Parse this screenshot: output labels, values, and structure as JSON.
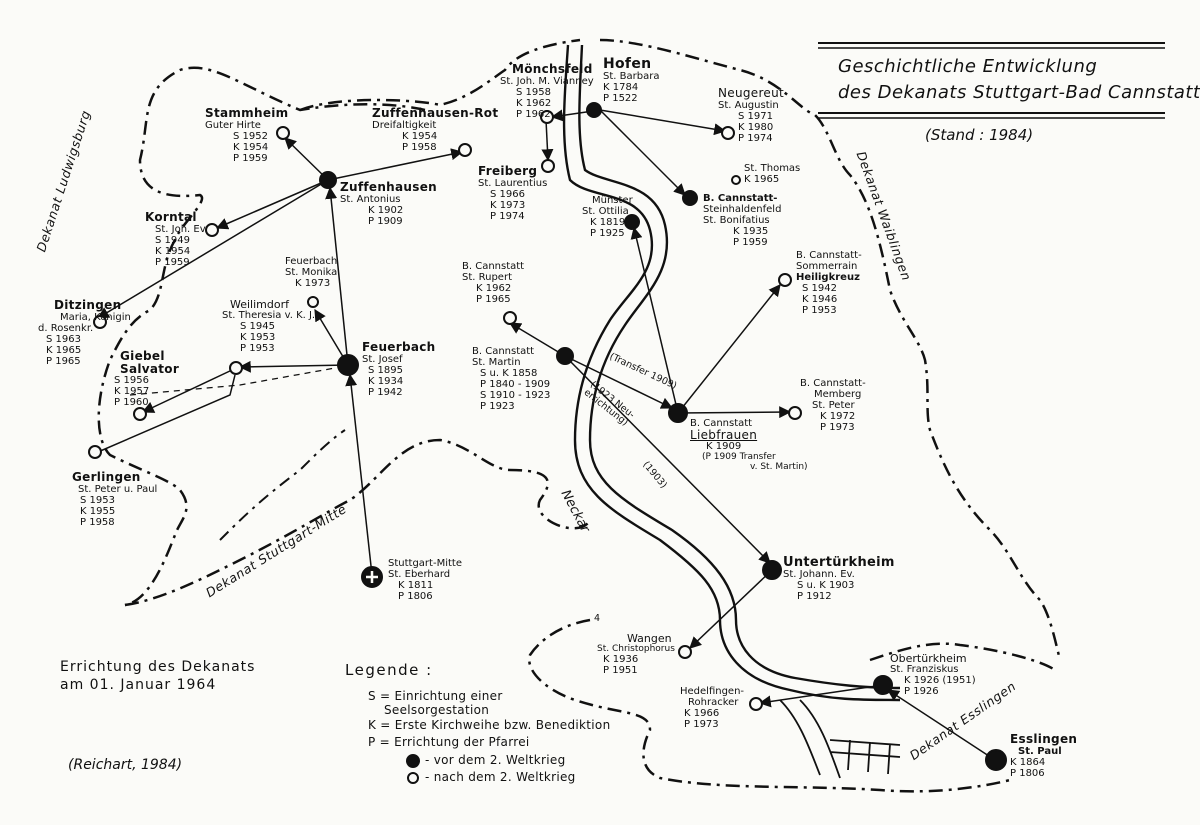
{
  "title": {
    "line1": "Geschichtliche Entwicklung",
    "line2": "des Dekanats Stuttgart-Bad Cannstatt",
    "stand": "(Stand : 1984)"
  },
  "neighbor_deaneries": {
    "ludwigsburg": "Dekanat Ludwigsburg",
    "waiblingen": "Dekanat Waiblingen",
    "stuttgart_mitte": "Dekanat Stuttgart-Mitte",
    "esslingen": "Dekanat Esslingen"
  },
  "river": {
    "label": "Neckar"
  },
  "founding": {
    "line1": "Errichtung des Dekanats",
    "line2": "am 01. Januar 1964"
  },
  "source": "(Reichart, 1984)",
  "legend": {
    "heading": "Legende :",
    "s": "S = Einrichtung einer",
    "s2": "Seelsorgestation",
    "k": "K = Erste Kirchweihe bzw. Benediktion",
    "p": "P = Errichtung der Pfarrei",
    "pre": "- vor dem 2. Weltkrieg",
    "post": "- nach dem 2. Weltkrieg"
  },
  "parishes": {
    "stammheim": {
      "name": "Stammheim",
      "lines": [
        "Guter Hirte"
      ],
      "details": [
        "S 1952",
        "K 1954",
        "P 1959"
      ]
    },
    "zuffenhausen_rot": {
      "name": "Zuffenhausen-Rot",
      "lines": [
        "Dreifaltigkeit"
      ],
      "details": [
        "K 1954",
        "P 1958"
      ]
    },
    "moenchsfeld": {
      "name": "Mönchsfeld",
      "lines": [
        "St. Joh. M. Vianney"
      ],
      "details": [
        "S 1958",
        "K 1962",
        "P 1962"
      ]
    },
    "hofen": {
      "name": "Hofen",
      "lines": [
        "St. Barbara"
      ],
      "details": [
        "K 1784",
        "P 1522"
      ]
    },
    "neugereut": {
      "name": "Neugereut",
      "lines": [
        "St. Augustin"
      ],
      "details": [
        "S 1971",
        "K 1980",
        "P 1974"
      ]
    },
    "zuffenhausen": {
      "name": "Zuffenhausen",
      "lines": [
        "St. Antonius"
      ],
      "details": [
        "K 1902",
        "P 1909"
      ]
    },
    "freiberg": {
      "name": "Freiberg",
      "lines": [
        "St. Laurentius"
      ],
      "details": [
        "S 1966",
        "K 1973",
        "P 1974"
      ]
    },
    "st_thomas": {
      "name": "St. Thomas",
      "lines": [],
      "details": [
        "K 1965"
      ]
    },
    "steinhaldenfeld": {
      "name": "B. Cannstatt-",
      "lines": [
        "Steinhaldenfeld",
        "St. Bonifatius"
      ],
      "details": [
        "K 1935",
        "P 1959"
      ]
    },
    "korntal": {
      "name": "Korntal",
      "lines": [
        "St. Joh. Ev."
      ],
      "details": [
        "S 1949",
        "K 1954",
        "P 1959"
      ]
    },
    "muenster": {
      "name": "Münster",
      "lines": [
        "St. Ottilia"
      ],
      "details": [
        "K 1819",
        "P 1925"
      ]
    },
    "feuerbach_monika": {
      "name": "Feuerbach",
      "lines": [
        "St. Monika"
      ],
      "details": [
        "K 1973"
      ]
    },
    "sommerrain": {
      "name": "B. Cannstatt-",
      "lines": [
        "Sommerrain",
        "Heiligkreuz"
      ],
      "details": [
        "S 1942",
        "K 1946",
        "P 1953"
      ]
    },
    "rupert": {
      "name": "B. Cannstatt",
      "lines": [
        "St. Rupert"
      ],
      "details": [
        "K 1962",
        "P 1965"
      ]
    },
    "ditzingen": {
      "name": "Ditzingen",
      "lines": [
        "Maria, Königin",
        "d. Rosenkr."
      ],
      "details": [
        "S 1963",
        "K 1965",
        "P 1965"
      ]
    },
    "weilimdorf": {
      "name": "Weilimdorf",
      "lines": [
        "St. Theresia v. K. J."
      ],
      "details": [
        "S 1945",
        "K 1953",
        "P 1953"
      ]
    },
    "feuerbach_josef": {
      "name": "Feuerbach",
      "lines": [
        "St. Josef"
      ],
      "details": [
        "S 1895",
        "K 1934",
        "P 1942"
      ]
    },
    "martin": {
      "name": "B. Cannstatt",
      "lines": [
        "St. Martin"
      ],
      "details": [
        "S u. K 1858",
        "P 1840 - 1909",
        "S 1910 - 1923",
        "P 1923"
      ]
    },
    "giebel": {
      "name": "Giebel",
      "lines": [
        "Salvator"
      ],
      "details": [
        "S 1956",
        "K 1957",
        "P 1960"
      ]
    },
    "memberg": {
      "name": "B. Cannstatt-",
      "lines": [
        "Memberg",
        "St. Peter"
      ],
      "details": [
        "K 1972",
        "P 1973"
      ]
    },
    "liebfrauen": {
      "name": "B. Cannstatt",
      "lines": [
        "Liebfrauen"
      ],
      "details": [
        "K 1909",
        "(P 1909 Transfer",
        "v. St. Martin)"
      ]
    },
    "gerlingen": {
      "name": "Gerlingen",
      "lines": [
        "St. Peter u. Paul"
      ],
      "details": [
        "S 1953",
        "K 1955",
        "P 1958"
      ]
    },
    "untertuerkheim": {
      "name": "Untertürkheim",
      "lines": [
        "St. Johann. Ev."
      ],
      "details": [
        "S u. K 1903",
        "P 1912"
      ]
    },
    "stuttgart_mitte": {
      "name": "Stuttgart-Mitte",
      "lines": [
        "St. Eberhard"
      ],
      "details": [
        "K 1811",
        "P 1806"
      ]
    },
    "wangen": {
      "name": "Wangen",
      "lines": [
        "St. Christophorus"
      ],
      "details": [
        "K 1936",
        "P 1951"
      ]
    },
    "obertuerkheim": {
      "name": "Obertürkheim",
      "lines": [
        "St. Franziskus"
      ],
      "details": [
        "K 1926 (1951)",
        "P 1926"
      ]
    },
    "hedelfingen": {
      "name": "Hedelfingen-",
      "lines": [
        "Rohracker"
      ],
      "details": [
        "K 1966",
        "P 1973"
      ]
    },
    "esslingen": {
      "name": "Esslingen",
      "lines": [
        "St. Paul"
      ],
      "details": [
        "K 1864",
        "P 1806"
      ]
    }
  },
  "annotations": {
    "transfer": "(Transfer 1909)",
    "neuerrichtung": "(1923 Neu- errichtung)",
    "y1903": "(1903)",
    "muenster_num": "4"
  }
}
